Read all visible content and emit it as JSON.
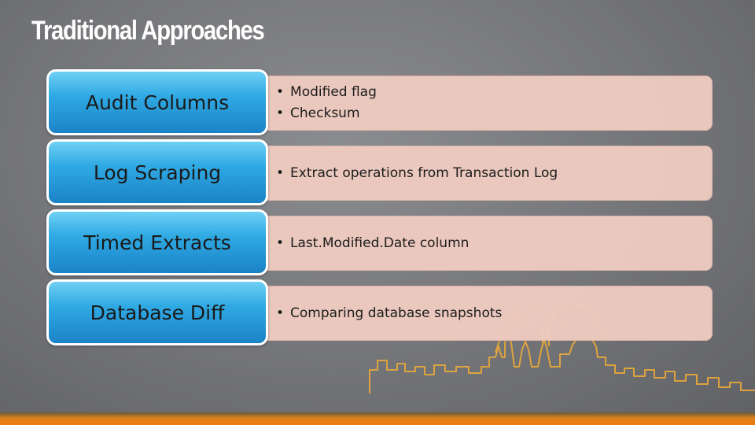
{
  "slide": {
    "title": "Traditional Approaches"
  },
  "approaches": [
    {
      "label": "Audit Columns",
      "bullets": [
        "Modified flag",
        "Checksum"
      ]
    },
    {
      "label": "Log Scraping",
      "bullets": [
        "Extract operations from Transaction Log"
      ]
    },
    {
      "label": "Timed Extracts",
      "bullets": [
        "Last.Modified.Date column"
      ]
    },
    {
      "label": "Database Diff",
      "bullets": [
        "Comparing database snapshots"
      ]
    }
  ],
  "colors": {
    "label_box": "#2fa9e3",
    "detail_box": "#eecbc0",
    "skyline": "#e9a93a",
    "bottom_bar": "#f07a10"
  }
}
